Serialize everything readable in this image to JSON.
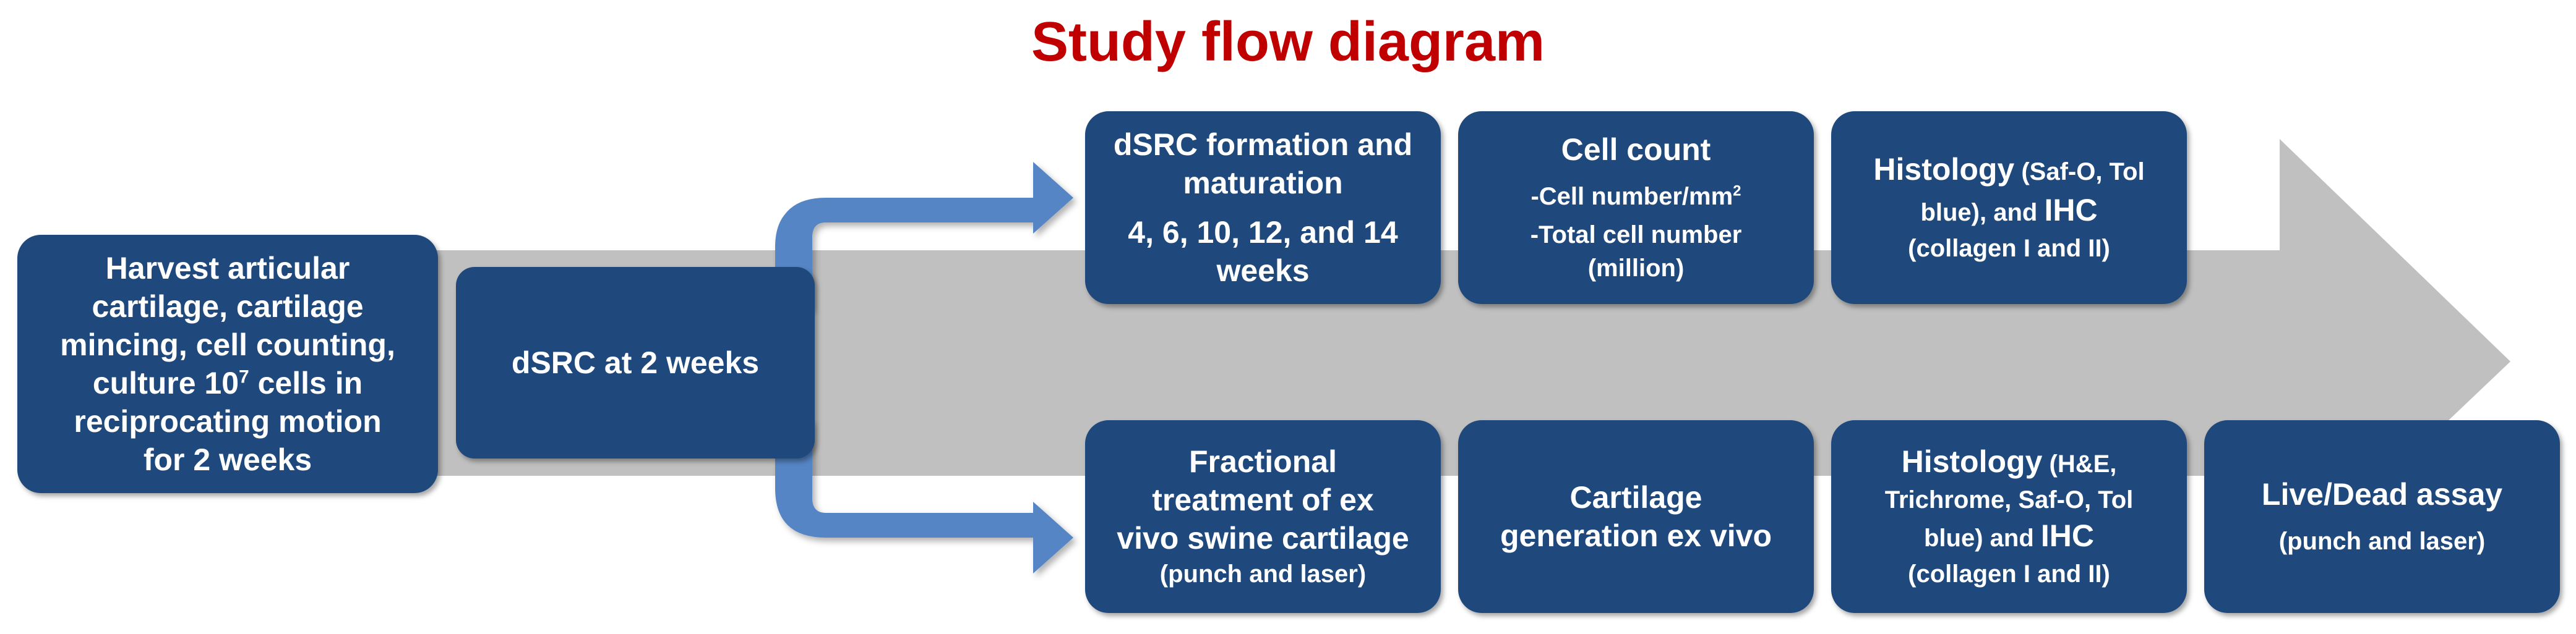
{
  "title": "Study flow diagram",
  "colors": {
    "box_fill": "#1f497d",
    "connector_fill": "#5585c5",
    "arrow_fill": "#c0c0c0",
    "title_color": "#c00000"
  },
  "start_box": {
    "lines": [
      "Harvest articular",
      "cartilage, cartilage",
      "mincing, cell counting,",
      "culture 10",
      "7",
      " cells in",
      "reciprocating motion",
      "for 2 weeks"
    ]
  },
  "dsrc_box": {
    "label": "dSRC at 2 weeks"
  },
  "top_row": {
    "formation": {
      "title_line1": "dSRC formation and",
      "title_line2": "maturation",
      "detail_line1": "4, 6, 10, 12, and 14",
      "detail_line2": "weeks"
    },
    "cell_count": {
      "title": "Cell count",
      "detail1": "-Cell number/mm",
      "detail1_sup": "2",
      "detail2_line1": "-Total cell number",
      "detail2_line2": "(million)"
    },
    "histology": {
      "title_big": "Histology",
      "title_small": " (Saf-O, Tol",
      "line2_small": "blue), and ",
      "line2_big": "IHC",
      "line3": "(collagen I and II)"
    }
  },
  "bottom_row": {
    "fractional": {
      "line1": "Fractional",
      "line2": "treatment of ex",
      "line3": "vivo swine cartilage",
      "line4": "(punch and laser)"
    },
    "generation": {
      "line1": "Cartilage",
      "line2": "generation ex vivo"
    },
    "histology": {
      "title_big": "Histology",
      "title_small": " (H&E,",
      "line2": "Trichrome, Saf-O, Tol",
      "line3_small": "blue) and ",
      "line3_big": "IHC",
      "line4": "(collagen I and II)"
    },
    "live_dead": {
      "title": "Live/Dead assay",
      "detail": "(punch and laser)"
    }
  }
}
